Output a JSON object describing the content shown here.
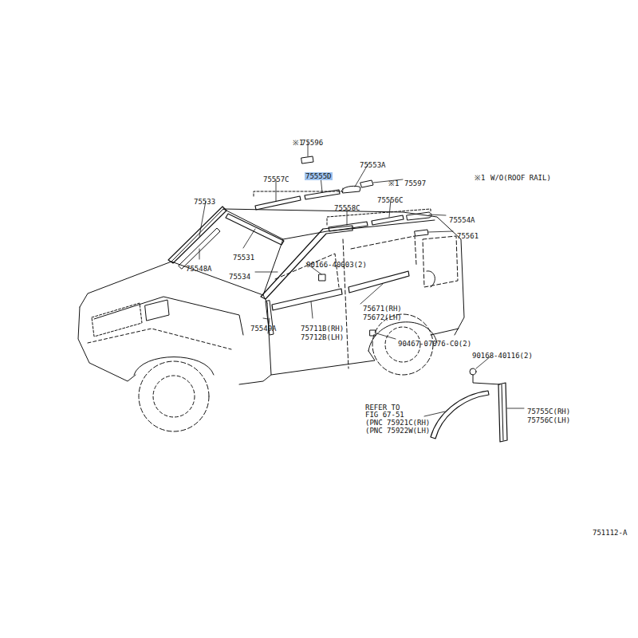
{
  "diagram": {
    "labels": [
      "※1",
      "75596",
      "75553A",
      "75557C",
      "75555D",
      "※1",
      "75597",
      "※1",
      "W/O(ROOF RAIL)",
      "75533",
      "75556C",
      "75558C",
      "75554A",
      "75561",
      "75548A",
      "75531",
      "90166-40003(2)",
      "75534",
      "75671(RH)",
      "75672(LH)",
      "75549A",
      "75711B(RH)",
      "75712B(LH)",
      "90467-07076-C0(2)",
      "90168-40116(2)",
      "REFER TO",
      "FIG 67-51",
      "(PNC 75921C(RH)",
      "(PNC 75922W(LH)",
      "75755C(RH)",
      "75756C(LH)",
      "751112-A"
    ]
  }
}
